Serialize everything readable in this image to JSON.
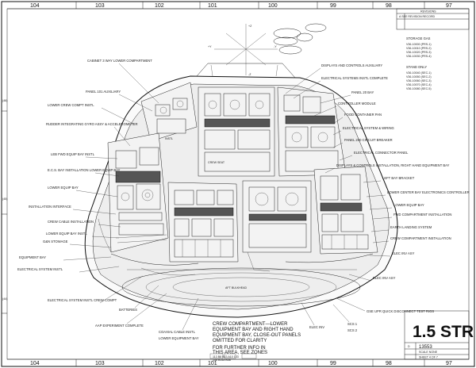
{
  "zones_top": [
    "104",
    "103",
    "102",
    "101",
    "100",
    "99",
    "98",
    "97"
  ],
  "zones_bottom": [
    "104",
    "103",
    "102",
    "101",
    "100",
    "99",
    "98",
    "97"
  ],
  "side_refs": [
    "(46)",
    "(45)",
    "(44)"
  ],
  "revision_block": {
    "header": "REVISIONS",
    "rows": [
      "A  SEE REVISION RECORD",
      ""
    ]
  },
  "right_legend": {
    "storage_title": "STORAGE GAS",
    "storage_items": [
      "V36-10000 (PRS-1)",
      "V36-10010 (PRS-2)",
      "V36-10020 (PRS-3)",
      "V36-10030 (PRS-4)"
    ],
    "others_title": "STAND ONLY",
    "others_items": [
      "V36-10040 (SEC-1)",
      "V36-10050 (SEC-2)",
      "V36-10060 (SEC-3)",
      "V36-10070 (SEC-4)",
      "V36-10080 (SEC-5)"
    ]
  },
  "callouts_left": [
    "CABINET 3 WAY LOWER COMPARTMENT",
    "PANEL 101 AUXILIARY",
    "LOWER CREW COMPT INSTL",
    "RUDDER INTEGRATING GYRO ASSY & ACCELEROMETER",
    "LEB FWD EQUIP BAY INSTL",
    "E.C.S. BAY INSTALLATION LOWER EQUIP BAY",
    "LOWER EQUIP BAY",
    "INSTALLATION INTERFACE",
    "CREW CABLE INSTALLATION",
    "LOWER EQUIP BAY INSTL",
    "G&N STOWAGE",
    "EQUIPMENT BAY",
    "ELECTRICAL SYSTEM INSTL",
    "ELECTRICAL SYSTEM INSTL CREW COMPT"
  ],
  "callouts_right": [
    "DISPLAYS AND CONTROLS AUXILIARY",
    "ELECTRICAL SYSTEMS INSTL COMPLETE",
    "PANEL 20 BAY",
    "CONTROLLER MODULE",
    "FOOD CONTAINER PAN",
    "ELECTRICAL SYSTEM & WIRING",
    "PANEL 200 CIRCUIT BREAKER",
    "ELECTRICAL CONNECTOR PANEL",
    "DISPLAYS & CONTROLS INSTALLATION, RIGHT HAND EQUIPMENT BAY",
    "LEFT BAY BRACKET",
    "LOWER CENTER BAY ELECTRONICS CONTROLLER",
    "LOWER EQUIP BAY",
    "FWD COMPARTMENT INSTALLATION",
    "EARTH LANDING SYSTEM",
    "CREW COMPARTMENT INSTALLATION",
    "ELEC INV ASY",
    "ELEC INV ASY",
    "GSE UPR QUICK DISCONNECT TEST RIGS"
  ],
  "callouts_bottom": [
    "BATTERIES",
    "AAP EXPERIMENT COMPLETE",
    "COAXIAL CABLE INSTL",
    "LOWER EQUIPMENT BAY",
    "ELEC INV",
    "SCS 1",
    "SCS 2"
  ],
  "cabin_labels": {
    "upper_left": "INSTL",
    "center_top": "CREW SEAT",
    "center_floor": "AFT BULKHEAD"
  },
  "note": {
    "lines": [
      "CREW COMPARTMENT—LOWER",
      "EQUIPMENT BAY AND RIGHT HAND",
      "EQUIPMENT BAY, CLOSE-OUT PANELS",
      "OMITTED FOR CLARITY",
      "FOR FURTHER INFO IN",
      "THIS AREA, SEE ZONES",
      "113 B8 B13 A10 133",
      "148 B148 B58"
    ]
  },
  "sheet_id": "1.5 STR",
  "title_block": {
    "row1": "D",
    "row2": "13553",
    "scale": "SCALE NONE",
    "sheet": "SHEET 4 OF 7"
  }
}
